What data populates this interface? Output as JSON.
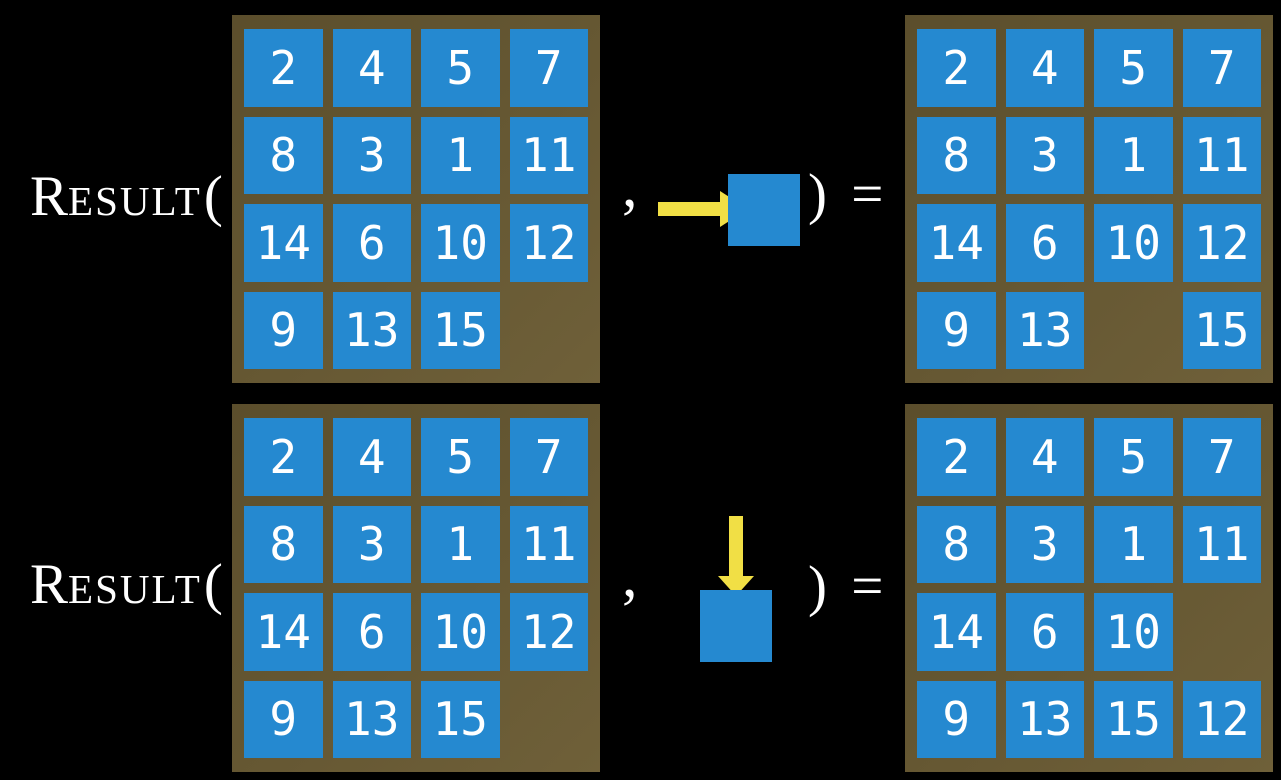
{
  "labels": {
    "fn_initial": "R",
    "fn_rest": "ESULT",
    "fn_open_paren": "(",
    "comma": ",",
    "close_paren_equals": ") ="
  },
  "colors": {
    "background": "#000000",
    "board_brown": "#665833",
    "board_brown_dark": "#5b4e2c",
    "board_brown_light": "#6f6039",
    "tile_blue": "#2589d0",
    "tile_number": "#ffffff",
    "arrow_yellow": "#f1df45",
    "text": "#ffffff"
  },
  "rows": [
    {
      "move_icon": "right-arrow-icon",
      "move_direction": "right",
      "input_board": [
        [
          "2",
          "4",
          "5",
          "7"
        ],
        [
          "8",
          "3",
          "1",
          "11"
        ],
        [
          "14",
          "6",
          "10",
          "12"
        ],
        [
          "9",
          "13",
          "15",
          ""
        ]
      ],
      "output_board": [
        [
          "2",
          "4",
          "5",
          "7"
        ],
        [
          "8",
          "3",
          "1",
          "11"
        ],
        [
          "14",
          "6",
          "10",
          "12"
        ],
        [
          "9",
          "13",
          "",
          "15"
        ]
      ]
    },
    {
      "move_icon": "down-arrow-icon",
      "move_direction": "down",
      "input_board": [
        [
          "2",
          "4",
          "5",
          "7"
        ],
        [
          "8",
          "3",
          "1",
          "11"
        ],
        [
          "14",
          "6",
          "10",
          "12"
        ],
        [
          "9",
          "13",
          "15",
          ""
        ]
      ],
      "output_board": [
        [
          "2",
          "4",
          "5",
          "7"
        ],
        [
          "8",
          "3",
          "1",
          "11"
        ],
        [
          "14",
          "6",
          "10",
          ""
        ],
        [
          "9",
          "13",
          "15",
          "12"
        ]
      ]
    }
  ]
}
